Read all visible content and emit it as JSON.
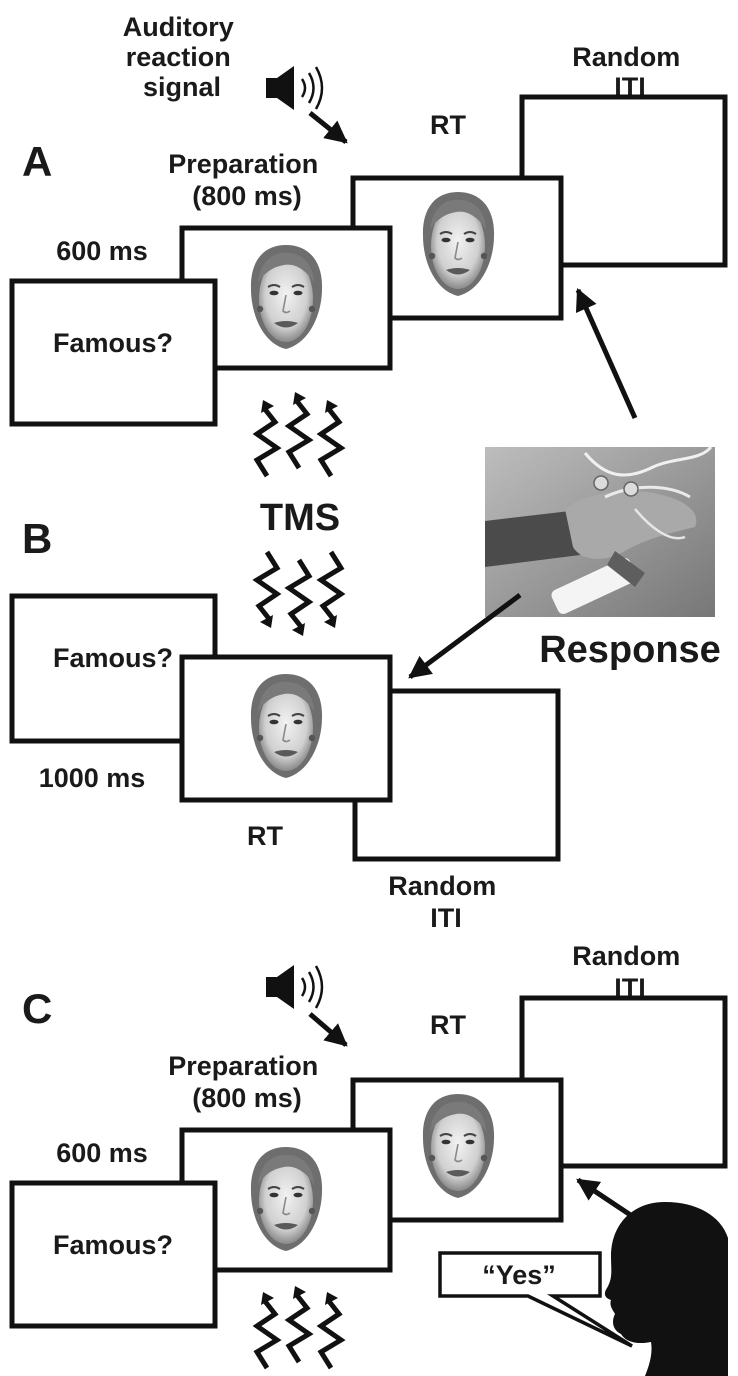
{
  "panels": {
    "a": {
      "letter": "A",
      "cue_label": [
        "Auditory",
        "reaction",
        "signal"
      ],
      "prompt": "Famous?",
      "onset_label": "600 ms",
      "prep_label": [
        "Preparation",
        "(800 ms)"
      ],
      "rt_label": "RT",
      "iti_label": [
        "Random",
        "ITI"
      ]
    },
    "middle": {
      "stim_label": "TMS",
      "response_label": "Response"
    },
    "b": {
      "letter": "B",
      "prompt": "Famous?",
      "onset_label": "1000 ms",
      "rt_label": "RT",
      "iti_label": [
        "Random",
        "ITI"
      ]
    },
    "c": {
      "letter": "C",
      "prompt": "Famous?",
      "onset_label": "600 ms",
      "prep_label": [
        "Preparation",
        "(800 ms)"
      ],
      "rt_label": "RT",
      "iti_label": [
        "Random",
        "ITI"
      ],
      "speech_bubble": "“Yes”"
    }
  },
  "icons": {
    "speaker": "speaker-icon",
    "lightning": "lightning-bolt-icon",
    "head": "speaking-head-silhouette-icon",
    "hand": "hand-response-photo",
    "face": "face-photo"
  },
  "colors": {
    "ink": "#111111",
    "photo_bg": "#9a9a9a"
  }
}
